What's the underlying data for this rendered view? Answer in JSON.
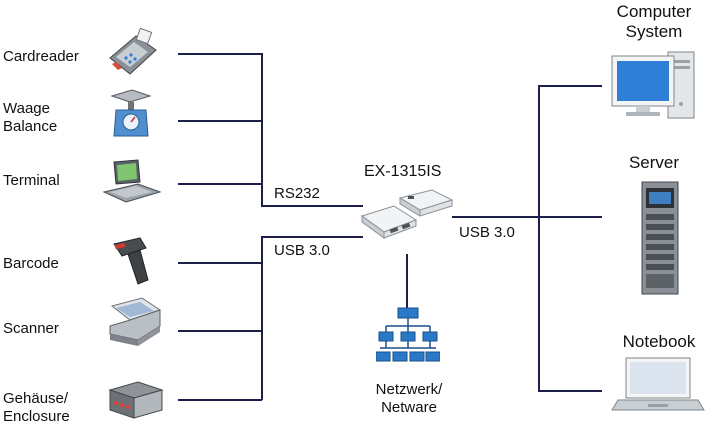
{
  "left_devices": {
    "cardreader": "Cardreader",
    "waage_1": "Waage",
    "waage_2": "Balance",
    "terminal": "Terminal",
    "barcode": "Barcode",
    "scanner": "Scanner",
    "gehaeuse_1": "Gehäuse/",
    "gehaeuse_2": "Enclosure"
  },
  "center": {
    "device_name": "EX-1315IS",
    "rs232": "RS232",
    "usb_left": "USB 3.0",
    "usb_right": "USB 3.0",
    "network_1": "Netzwerk/",
    "network_2": "Netware"
  },
  "right_devices": {
    "computer_1": "Computer",
    "computer_2": "System",
    "server": "Server",
    "notebook": "Notebook"
  },
  "colors": {
    "line": "#1c1f4a",
    "screen_blue": "#2f7fd6",
    "network_blue": "#2a78c8"
  }
}
